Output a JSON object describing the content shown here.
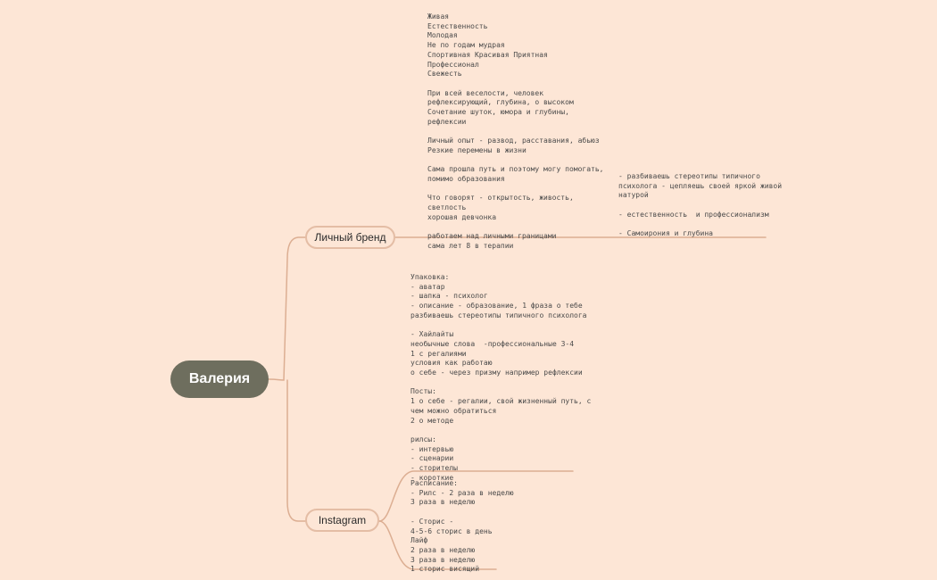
{
  "mindmap": {
    "root": {
      "label": "Валерия"
    },
    "branches": [
      {
        "label": "Личный бренд",
        "notes": [
          "Живая\nЕстественность\nМолодая\nНе по годам мудрая\nСпортивная Красивая Приятная\nПрофессионал\nСвежесть\n\nПри всей веселости, человек\nрефлексирующий, глубина, о высоком\nСочетание шуток, юмора и глубины,\nрефлексии\n\nЛичный опыт - развод, расставания, абьюз\nРезкие перемены в жизни\n\nСама прошла путь и поэтому могу помогать,\nпомимо образования\n\nЧто говорят - открытость, живость,\nсветлость\nхорошая девчонка\n\nработаем над личными границами\nсама лет 8 в терапии",
          "- разбиваешь стереотипы типичного\nпсихолога - цепляешь своей яркой живой\nнатурой\n\n- естественность  и профессионализм\n\n- Самоирония и глубина"
        ]
      },
      {
        "label": "Instagram",
        "notes": [
          "Упаковка:\n- аватар\n- шапка - психолог\n- описание - образование, 1 фраза о тебе\nразбиваешь стереотипы типичного психолога\n\n- Хайлайты\nнеобычные слова  -профессиональные 3-4\n1 с регалиями\nусловия как работаю\nо себе - через призму например рефлексии\n\nПосты:\n1 о себе - регалии, свой жизненный путь, с\nчем можно обратиться\n2 о методе\n\nрилсы:\n- интервью\n- сценарии\n- сторителы\n- короткие",
          "Расписание:\n- Рилс - 2 раза в неделю\n3 раза в неделю\n\n- Сторис -\n4-5-6 сторис в день\nЛайф\n2 раза в неделю\n3 раза в неделю\n1 сторис висящий"
        ]
      }
    ]
  },
  "colors": {
    "background": "#fde6d6",
    "root_fill": "#6e6e5e",
    "branch_border": "#e4bda5",
    "connector": "#dcae92",
    "text": "#4a4a4a"
  }
}
